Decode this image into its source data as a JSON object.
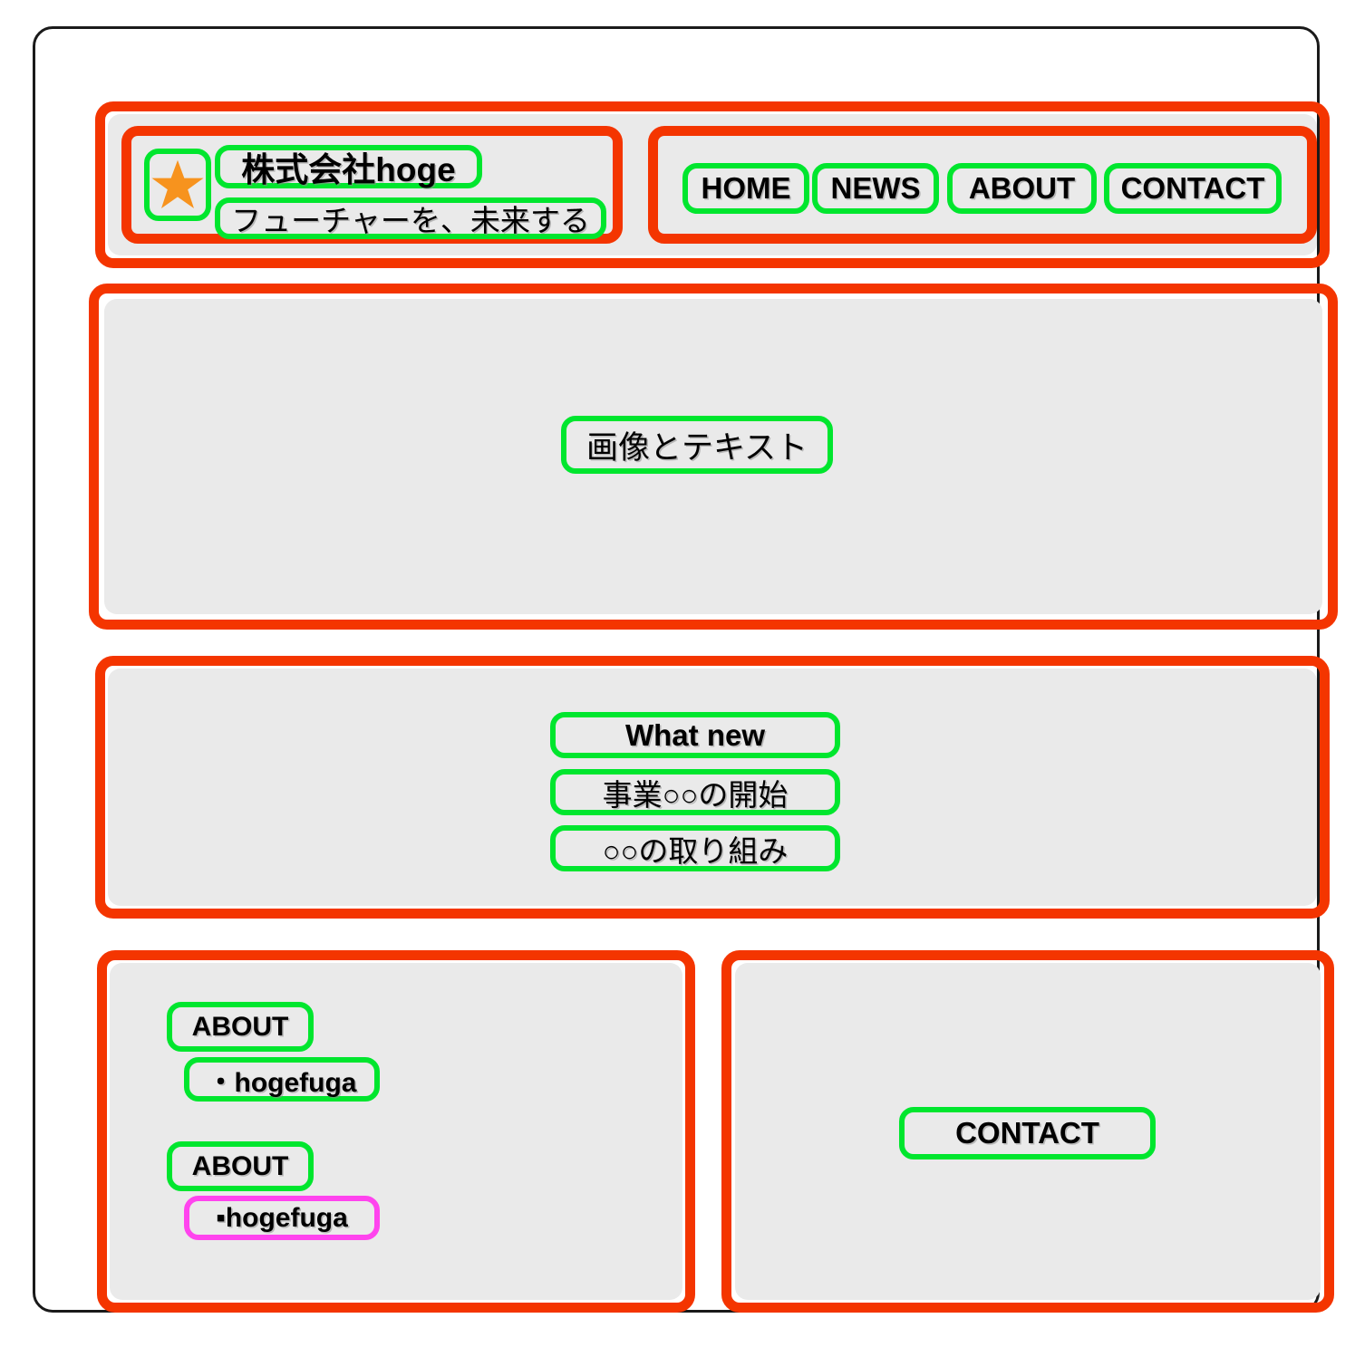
{
  "header": {
    "logo": {
      "icon": "star-icon",
      "icon_color": "#F7931E",
      "company_name": "株式会社hoge",
      "tagline": "フューチャーを、未来する"
    },
    "nav": {
      "items": [
        {
          "label": "HOME"
        },
        {
          "label": "NEWS"
        },
        {
          "label": "ABOUT"
        },
        {
          "label": "CONTACT"
        }
      ]
    }
  },
  "hero": {
    "label": "画像とテキスト"
  },
  "news": {
    "title": "What new",
    "items": [
      {
        "label": "事業○○の開始"
      },
      {
        "label": "○○の取り組み"
      }
    ]
  },
  "about": {
    "blocks": [
      {
        "heading": "ABOUT",
        "item": "・hogefuga",
        "outline_color": "#00E62E"
      },
      {
        "heading": "ABOUT",
        "item": "▪hogefuga",
        "outline_color": "#FF44EE"
      }
    ]
  },
  "contact": {
    "label": "CONTACT"
  },
  "annotation_colors": {
    "region_box": "#F43500",
    "text_box": "#00E62E",
    "alt_text_box": "#FF44EE",
    "panel_background": "#eaeaea",
    "frame_border": "#1a1a1a"
  }
}
